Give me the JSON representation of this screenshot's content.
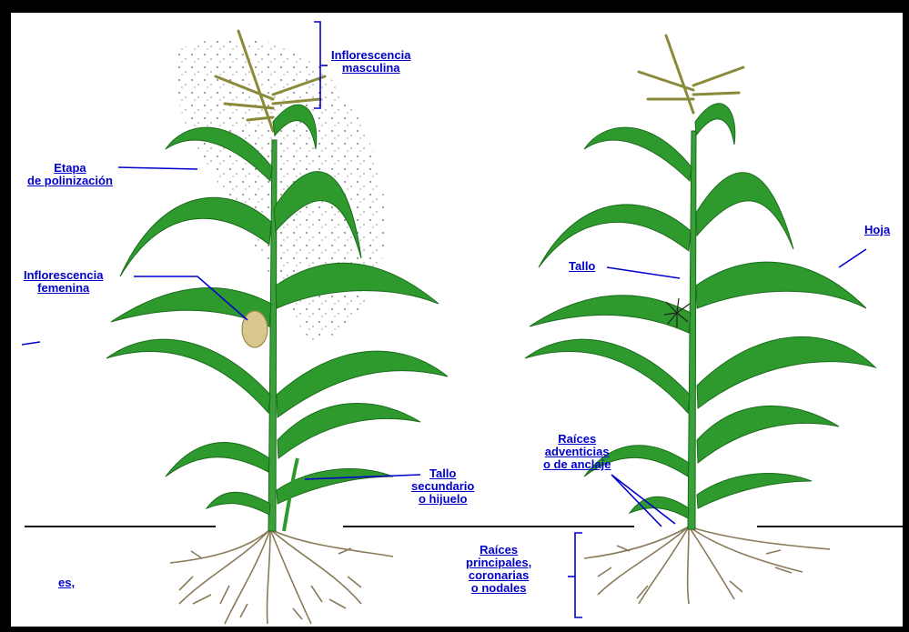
{
  "labels": {
    "tassel": [
      "Inflorescencia",
      "masculina"
    ],
    "pollination": [
      "Etapa",
      "de polinización"
    ],
    "female": [
      "Inflorescencia",
      "femenina"
    ],
    "tiller": [
      "Tallo",
      "secundario",
      "o hijuelo"
    ],
    "stem": [
      "Tallo"
    ],
    "leaf": [
      "Hoja"
    ],
    "adventitious": [
      "Raíces",
      "adventicias",
      "o de anclaje"
    ],
    "main_roots": [
      "Raíces",
      "principales,",
      "coronarias",
      "o nodales"
    ],
    "partial": [
      "es,"
    ]
  },
  "colors": {
    "label": "#0000cc",
    "leaf": "#2e9a2e",
    "leaf_dark": "#1b6b1b",
    "root": "#8b7a5a",
    "tassel": "#8a8a3a",
    "silk": "#d8c890"
  }
}
